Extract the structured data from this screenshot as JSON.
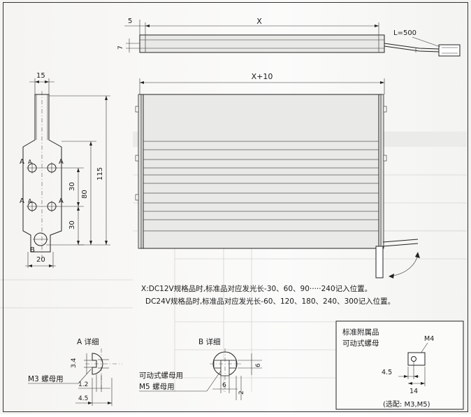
{
  "dims": {
    "x": "X",
    "five": "5",
    "seven": "7",
    "cable_len": "L=500",
    "x_plus_10": "X+10",
    "w15": "15",
    "h115": "115",
    "h80": "80",
    "h30a": "30",
    "h30b": "30",
    "w20": "20",
    "a3_4": "3.4",
    "a1_2": "1.2",
    "a4_5": "4.5",
    "b6a": "6",
    "b6b": "6",
    "b2": "2",
    "m4": "M4",
    "n4_5": "4.5",
    "n14": "14"
  },
  "bracket_labels": {
    "a1": "A",
    "a2": "A",
    "a3": "A",
    "a4": "A",
    "a5": "A",
    "a6": "A",
    "b": "B"
  },
  "notes": {
    "line1": "X:DC12V规格品时,标准品对应发光长-30、60、90·····240记入位置。",
    "line2": "DC24V规格品时,标准品对应发光长-60、120、180、240、300记入位置。"
  },
  "detail_a": {
    "title": "A 详细",
    "nut": "M3 螺母用"
  },
  "detail_b": {
    "title": "B 详细",
    "nut1": "可动式螺母用",
    "nut2": "M5 螺母用"
  },
  "accessory": {
    "title": "标准附属品",
    "name": "可动式螺母",
    "option": "(选配: M3,M5)"
  }
}
